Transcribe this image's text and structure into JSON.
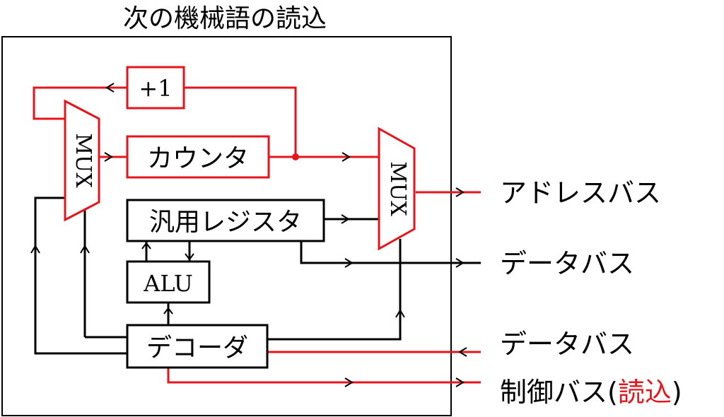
{
  "title": "次の機械語の読込",
  "blocks": {
    "increment": "+1",
    "counter": "カウンタ",
    "register": "汎用レジスタ",
    "alu": "ALU",
    "decoder": "デコーダ",
    "mux_left": "MUX",
    "mux_right": "MUX"
  },
  "buses": {
    "address": "アドレスバス",
    "data_out": "データバス",
    "data_in": "データバス",
    "control_prefix": "制御バス(",
    "control_mode": "読込",
    "control_suffix": ")"
  },
  "colors": {
    "active": "#e8141b",
    "normal": "#000000"
  }
}
